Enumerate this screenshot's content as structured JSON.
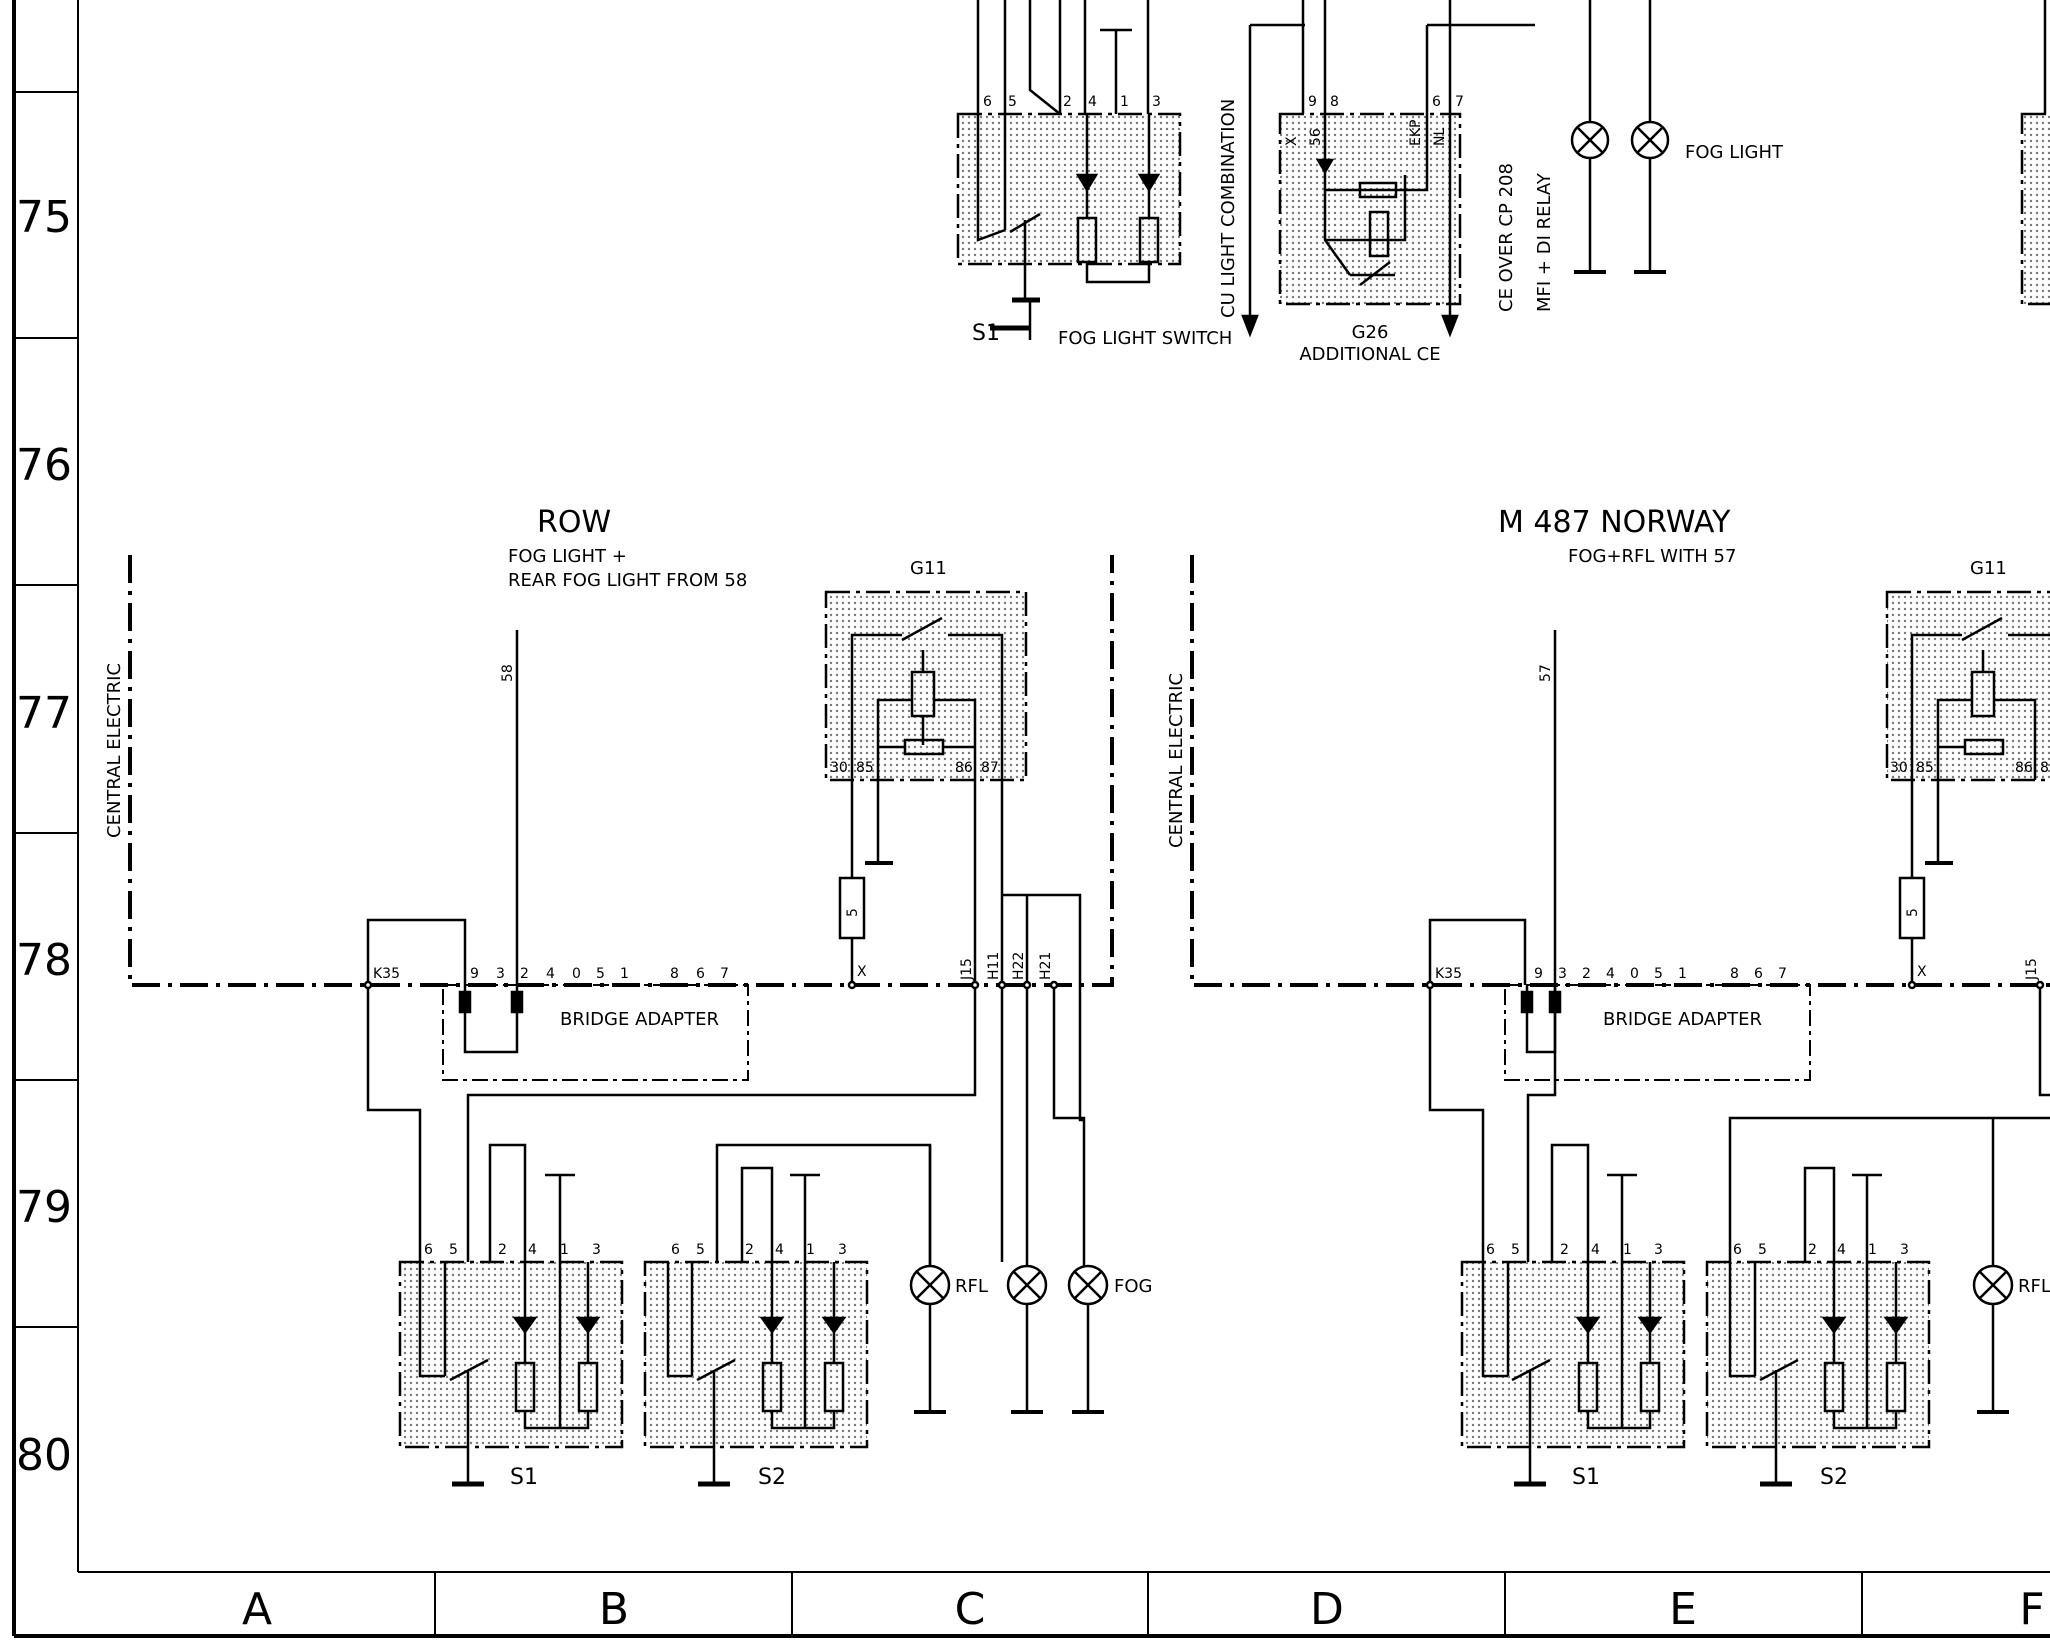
{
  "rows": [
    "75",
    "76",
    "77",
    "78",
    "79",
    "80"
  ],
  "cols": [
    "A",
    "B",
    "C",
    "D",
    "E",
    "F"
  ],
  "top": {
    "fog_switch": {
      "id": "S1",
      "name": "FOG LIGHT SWITCH",
      "pins": [
        "6",
        "5",
        "2",
        "4",
        "1",
        "3"
      ]
    },
    "cu_light": "CU LIGHT COMBINATION",
    "g26": {
      "id": "G26",
      "name": "ADDITIONAL CE",
      "pins": [
        "9",
        "8",
        "6",
        "7"
      ],
      "terms": [
        "X",
        "56",
        "EKP",
        "NL"
      ]
    },
    "ce_over": "CE OVER CP 208",
    "mfi": "MFI + DI RELAY",
    "fog_light": "FOG LIGHT"
  },
  "left": {
    "title": "ROW",
    "sub1": "FOG LIGHT +",
    "sub2": "REAR FOG LIGHT FROM 58",
    "feed": "58",
    "central": "CENTRAL ELECTRIC",
    "relay": "G11",
    "relay_pins": [
      "30",
      "85",
      "86",
      "87"
    ],
    "fuse": "5",
    "k35": "K35",
    "bridge": "BRIDGE ADAPTER",
    "bridge_pins": [
      "9",
      "3",
      "2",
      "4",
      "0",
      "5",
      "1",
      "8",
      "6",
      "7"
    ],
    "conn": [
      "X",
      "J15",
      "H11",
      "H22",
      "H21"
    ],
    "sw1": "S1",
    "sw2": "S2",
    "sw_pins": [
      "6",
      "5",
      "2",
      "4",
      "1",
      "3"
    ],
    "rfl": "RFL",
    "fog": "FOG"
  },
  "right": {
    "title": "M 487 NORWAY",
    "sub1": "FOG+RFL WITH 57",
    "feed": "57",
    "central": "CENTRAL ELECTRIC",
    "relay": "G11",
    "relay_pins": [
      "30",
      "85",
      "86",
      "8"
    ],
    "fuse": "5",
    "k35": "K35",
    "bridge": "BRIDGE ADAPTER",
    "bridge_pins": [
      "9",
      "3",
      "2",
      "4",
      "0",
      "5",
      "1",
      "8",
      "6",
      "7"
    ],
    "conn": [
      "X",
      "J15"
    ],
    "sw1": "S1",
    "sw2": "S2",
    "sw_pins": [
      "6",
      "5",
      "2",
      "4",
      "1",
      "3"
    ],
    "rfl": "RFL"
  }
}
